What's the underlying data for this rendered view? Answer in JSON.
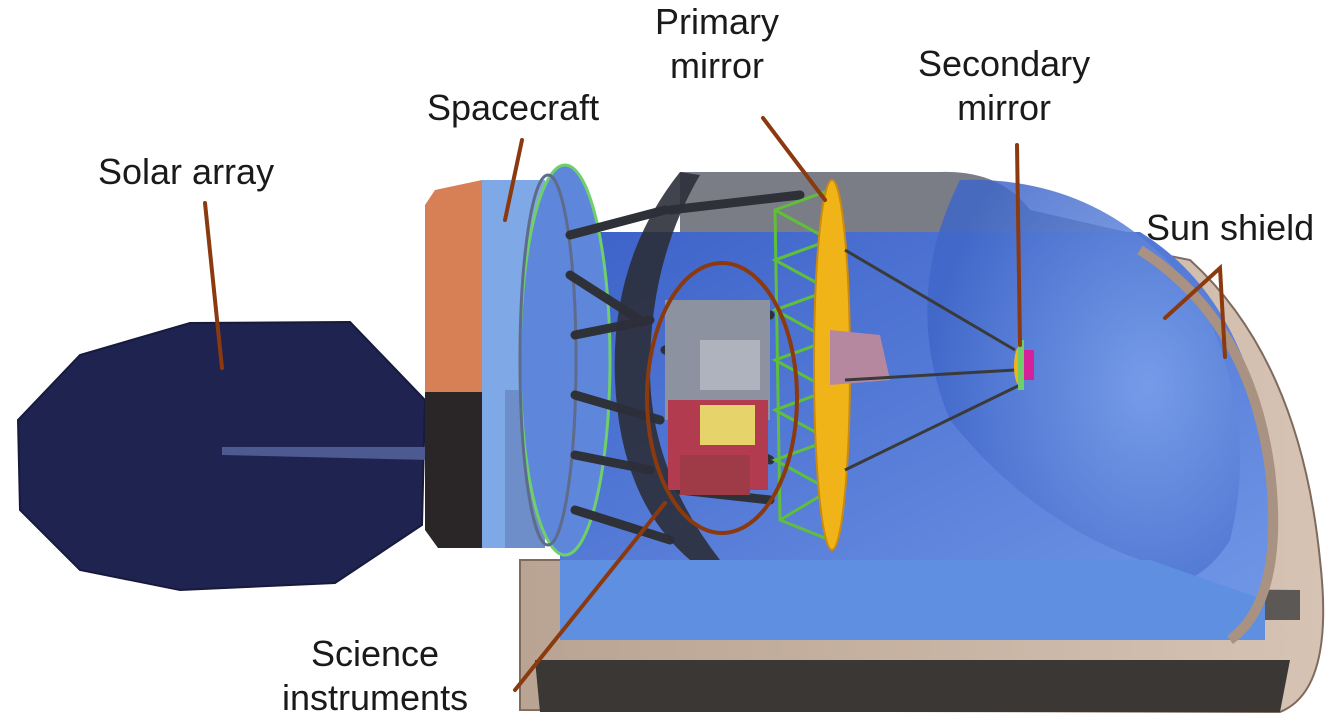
{
  "labels": {
    "solar_array": "Solar array",
    "spacecraft": "Spacecraft",
    "primary_mirror": [
      "Primary",
      "mirror"
    ],
    "secondary_mirror": [
      "Secondary",
      "mirror"
    ],
    "sun_shield": "Sun shield",
    "science_instruments": [
      "Science",
      "instruments"
    ]
  },
  "colors": {
    "leader_line": "#8b3a10",
    "solar_panel": "#1f2350",
    "sun_shield_outer": "#c3ad9c",
    "sun_shield_dark": "#3b3734",
    "barrel_blue": "#5c86dd",
    "mirror_gold": "#f0b418",
    "truss_green": "#5fbf3a",
    "spacecraft_orange": "#d77f55",
    "spacecraft_blue": "#7fa8e6"
  }
}
